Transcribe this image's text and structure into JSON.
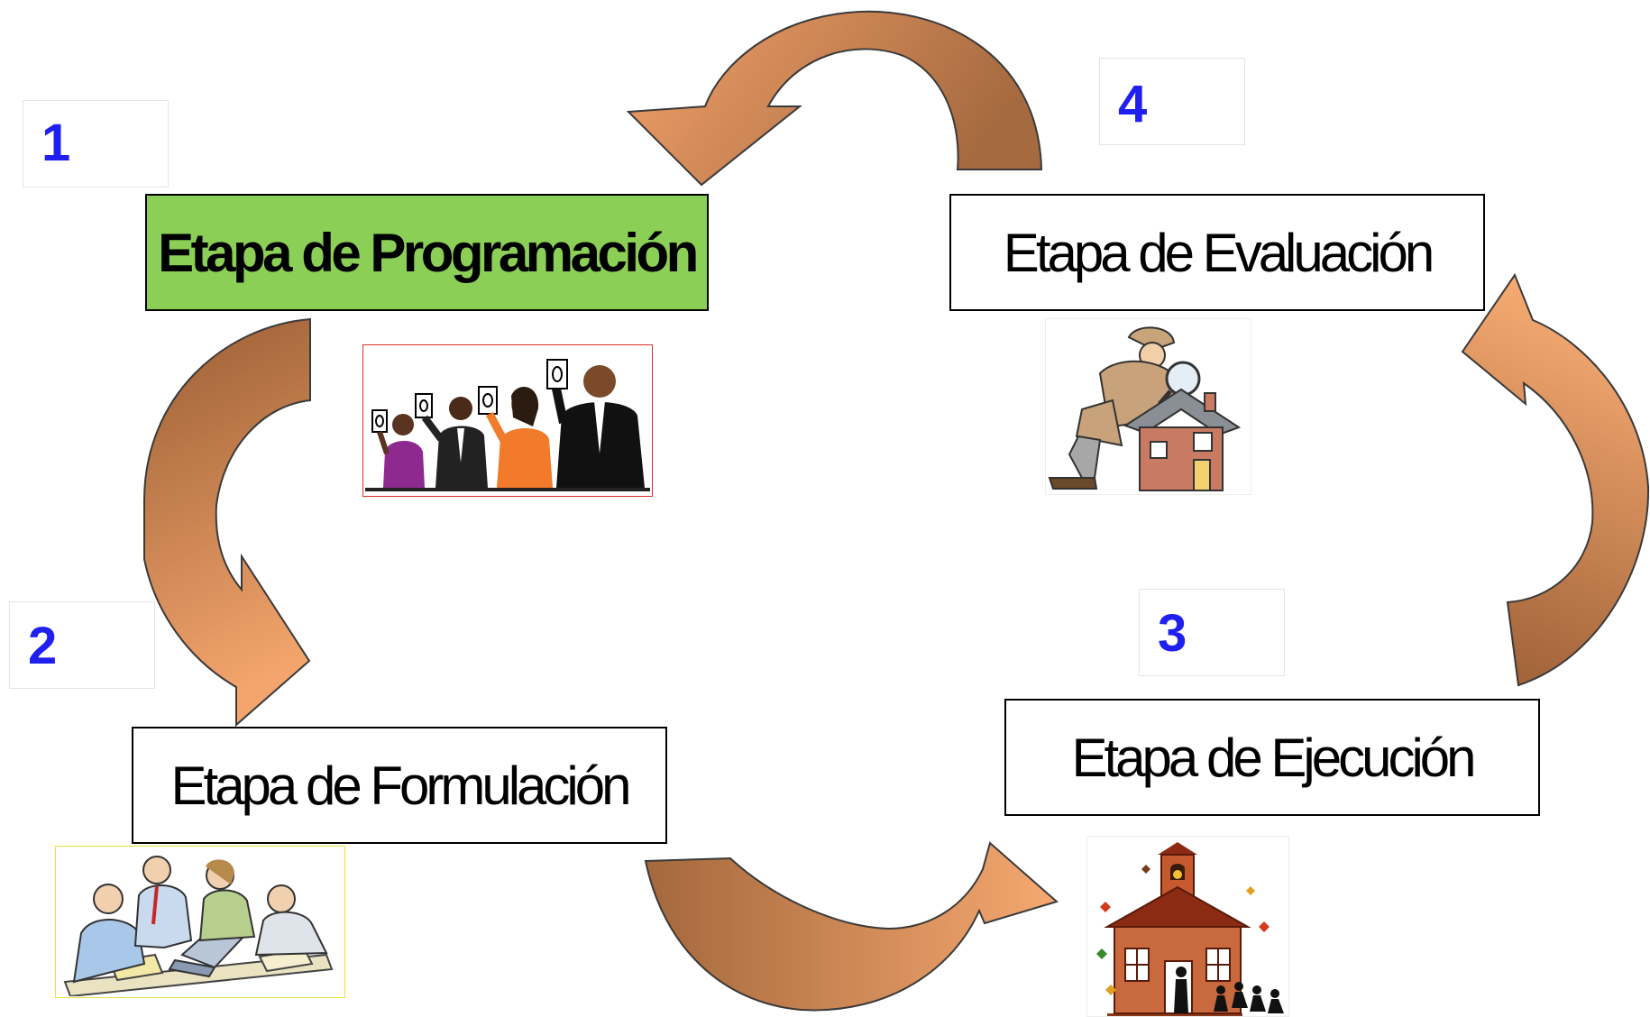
{
  "colors": {
    "number": "#1f1ff0",
    "arrow_light": "#f7ab73",
    "arrow_dark": "#a4673a",
    "active_stage": "#8ccf57"
  },
  "steps": [
    {
      "number": "1",
      "label": "Etapa de Programación",
      "active": true,
      "image": "voting-people-clipart"
    },
    {
      "number": "2",
      "label": "Etapa de Formulación",
      "active": false,
      "image": "team-meeting-clipart"
    },
    {
      "number": "3",
      "label": "Etapa de Ejecución",
      "active": false,
      "image": "schoolhouse-clipart"
    },
    {
      "number": "4",
      "label": "Etapa de Evaluación",
      "active": false,
      "image": "inspector-house-clipart"
    }
  ]
}
